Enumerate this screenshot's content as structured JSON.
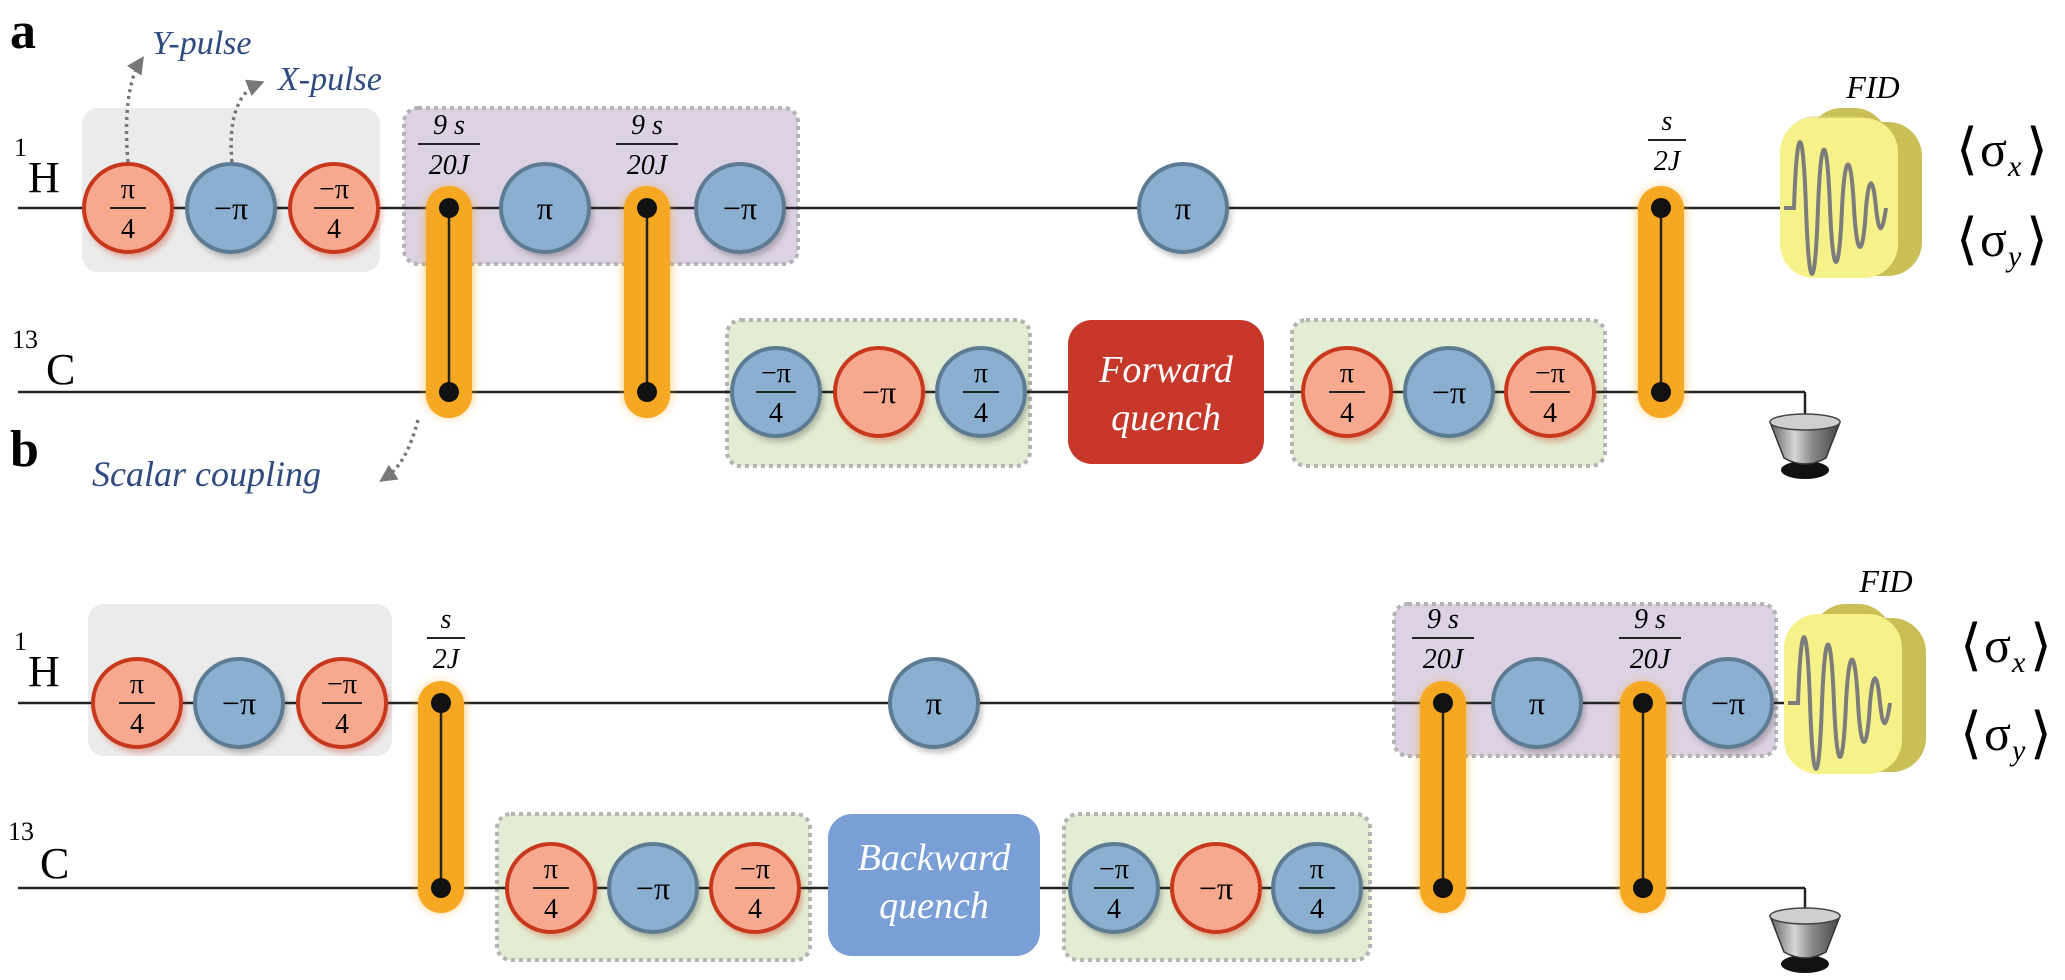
{
  "colors": {
    "pulse_x": "#8aafd0",
    "pulse_x_stroke": "#5d7b92",
    "pulse_y": "#f6a98f",
    "pulse_y_stroke": "#c8381c",
    "coupling": "#f6a823",
    "gray_box": "#ebebeb",
    "purple_box": "#ddd2e4",
    "green_box": "#e3edd3",
    "forward": "#c7382a",
    "backward": "#7a9fd6",
    "fid_face": "#f7f18a",
    "fid_side": "#c9bf56",
    "annotation": "#2f4a7e",
    "wire": "#222222"
  },
  "annotations": {
    "y_pulse": "Y-pulse",
    "x_pulse": "X-pulse",
    "scalar_coupling": "Scalar coupling"
  },
  "panels": [
    {
      "id": "a",
      "label": "a",
      "qubits": [
        {
          "mass": "1",
          "symbol": "H"
        },
        {
          "mass": "13",
          "symbol": "C"
        }
      ],
      "quench": {
        "line1": "Forward",
        "line2": "quench",
        "kind": "forward"
      },
      "delays": [
        {
          "num": "9 s",
          "den": "20J"
        },
        {
          "num": "9 s",
          "den": "20J"
        },
        {
          "num": "s",
          "den": "2J"
        }
      ],
      "fid_label": "FID",
      "expectations": [
        "σ",
        "σ"
      ],
      "expectation_subs": [
        "x",
        "y"
      ],
      "gates": {
        "h_prep": [
          {
            "num": "π",
            "den": "4",
            "text": "",
            "kind": "y"
          },
          {
            "num": "",
            "den": "",
            "text": "−π",
            "kind": "x"
          },
          {
            "num": "−π",
            "den": "4",
            "text": "",
            "kind": "y"
          }
        ],
        "h_mid": [
          {
            "text": "π",
            "kind": "x"
          },
          {
            "text": "−π",
            "kind": "x"
          }
        ],
        "h_center": {
          "text": "π",
          "kind": "x"
        },
        "c_left": [
          {
            "num": "−π",
            "den": "4",
            "text": "",
            "kind": "x"
          },
          {
            "num": "",
            "den": "",
            "text": "−π",
            "kind": "y"
          },
          {
            "num": "π",
            "den": "4",
            "text": "",
            "kind": "x"
          }
        ],
        "c_right": [
          {
            "num": "π",
            "den": "4",
            "text": "",
            "kind": "y"
          },
          {
            "num": "",
            "den": "",
            "text": "−π",
            "kind": "x"
          },
          {
            "num": "−π",
            "den": "4",
            "text": "",
            "kind": "y"
          }
        ]
      }
    },
    {
      "id": "b",
      "label": "b",
      "qubits": [
        {
          "mass": "1",
          "symbol": "H"
        },
        {
          "mass": "13",
          "symbol": "C"
        }
      ],
      "quench": {
        "line1": "Backward",
        "line2": "quench",
        "kind": "backward"
      },
      "delays": [
        {
          "num": "s",
          "den": "2J"
        },
        {
          "num": "9 s",
          "den": "20J"
        },
        {
          "num": "9 s",
          "den": "20J"
        }
      ],
      "fid_label": "FID",
      "expectations": [
        "σ",
        "σ"
      ],
      "expectation_subs": [
        "x",
        "y"
      ],
      "gates": {
        "h_prep": [
          {
            "num": "π",
            "den": "4",
            "text": "",
            "kind": "y"
          },
          {
            "num": "",
            "den": "",
            "text": "−π",
            "kind": "x"
          },
          {
            "num": "−π",
            "den": "4",
            "text": "",
            "kind": "y"
          }
        ],
        "h_center": {
          "text": "π",
          "kind": "x"
        },
        "h_mid": [
          {
            "text": "π",
            "kind": "x"
          },
          {
            "text": "−π",
            "kind": "x"
          }
        ],
        "c_left": [
          {
            "num": "π",
            "den": "4",
            "text": "",
            "kind": "y"
          },
          {
            "num": "",
            "den": "",
            "text": "−π",
            "kind": "x"
          },
          {
            "num": "−π",
            "den": "4",
            "text": "",
            "kind": "y"
          }
        ],
        "c_right": [
          {
            "num": "−π",
            "den": "4",
            "text": "",
            "kind": "x"
          },
          {
            "num": "",
            "den": "",
            "text": "−π",
            "kind": "y"
          },
          {
            "num": "π",
            "den": "4",
            "text": "",
            "kind": "x"
          }
        ]
      }
    }
  ]
}
